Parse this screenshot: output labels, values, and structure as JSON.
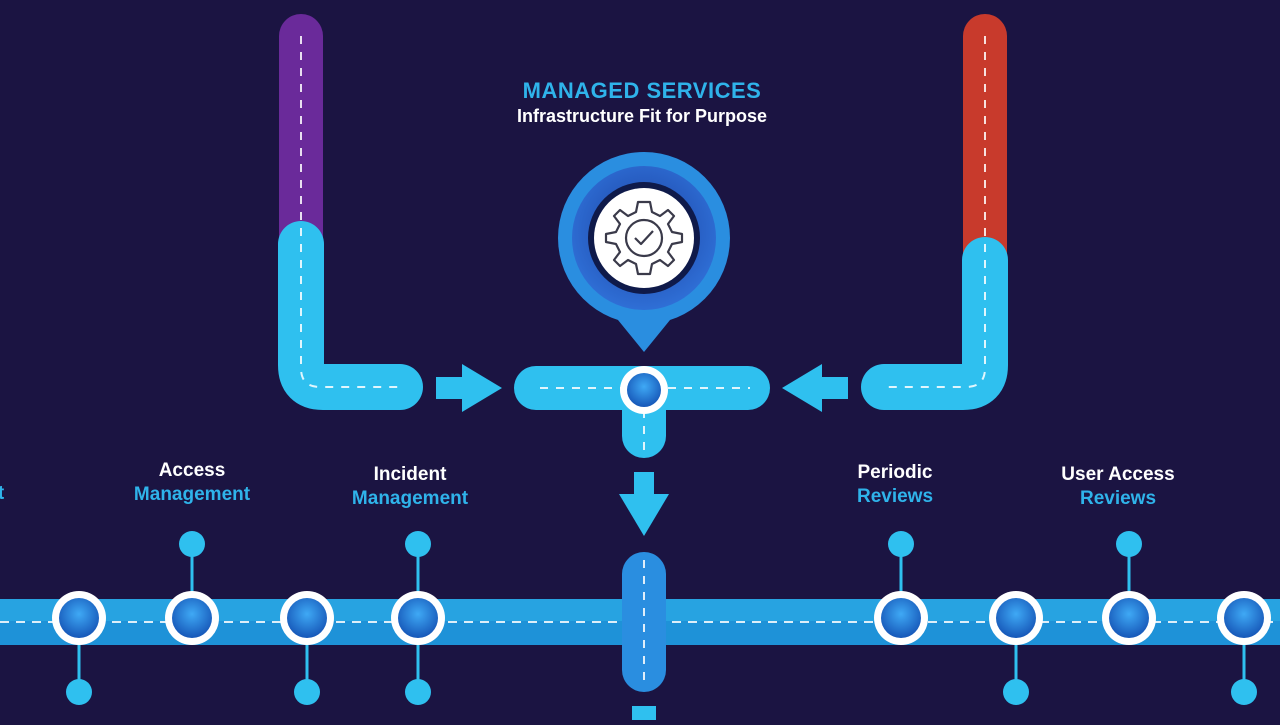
{
  "header": {
    "title": "MANAGED SERVICES",
    "subtitle": "Infrastructure Fit for Purpose"
  },
  "center_icon": {
    "icon": "gear-check-icon"
  },
  "colors": {
    "background": "#1b1442",
    "pipe": "#2fc0ef",
    "pipe_dark": "#1e86d2",
    "purple": "#6a2a9a",
    "red": "#c83a2c",
    "label_accent": "#2fb3ea"
  },
  "timeline_labels": [
    {
      "line1": "",
      "line2": "ent"
    },
    {
      "line1": "Access",
      "line2": "Management"
    },
    {
      "line1": "Incident",
      "line2": "Management"
    },
    {
      "line1": "Periodic",
      "line2": "Reviews"
    },
    {
      "line1": "User Access",
      "line2": "Reviews"
    }
  ]
}
